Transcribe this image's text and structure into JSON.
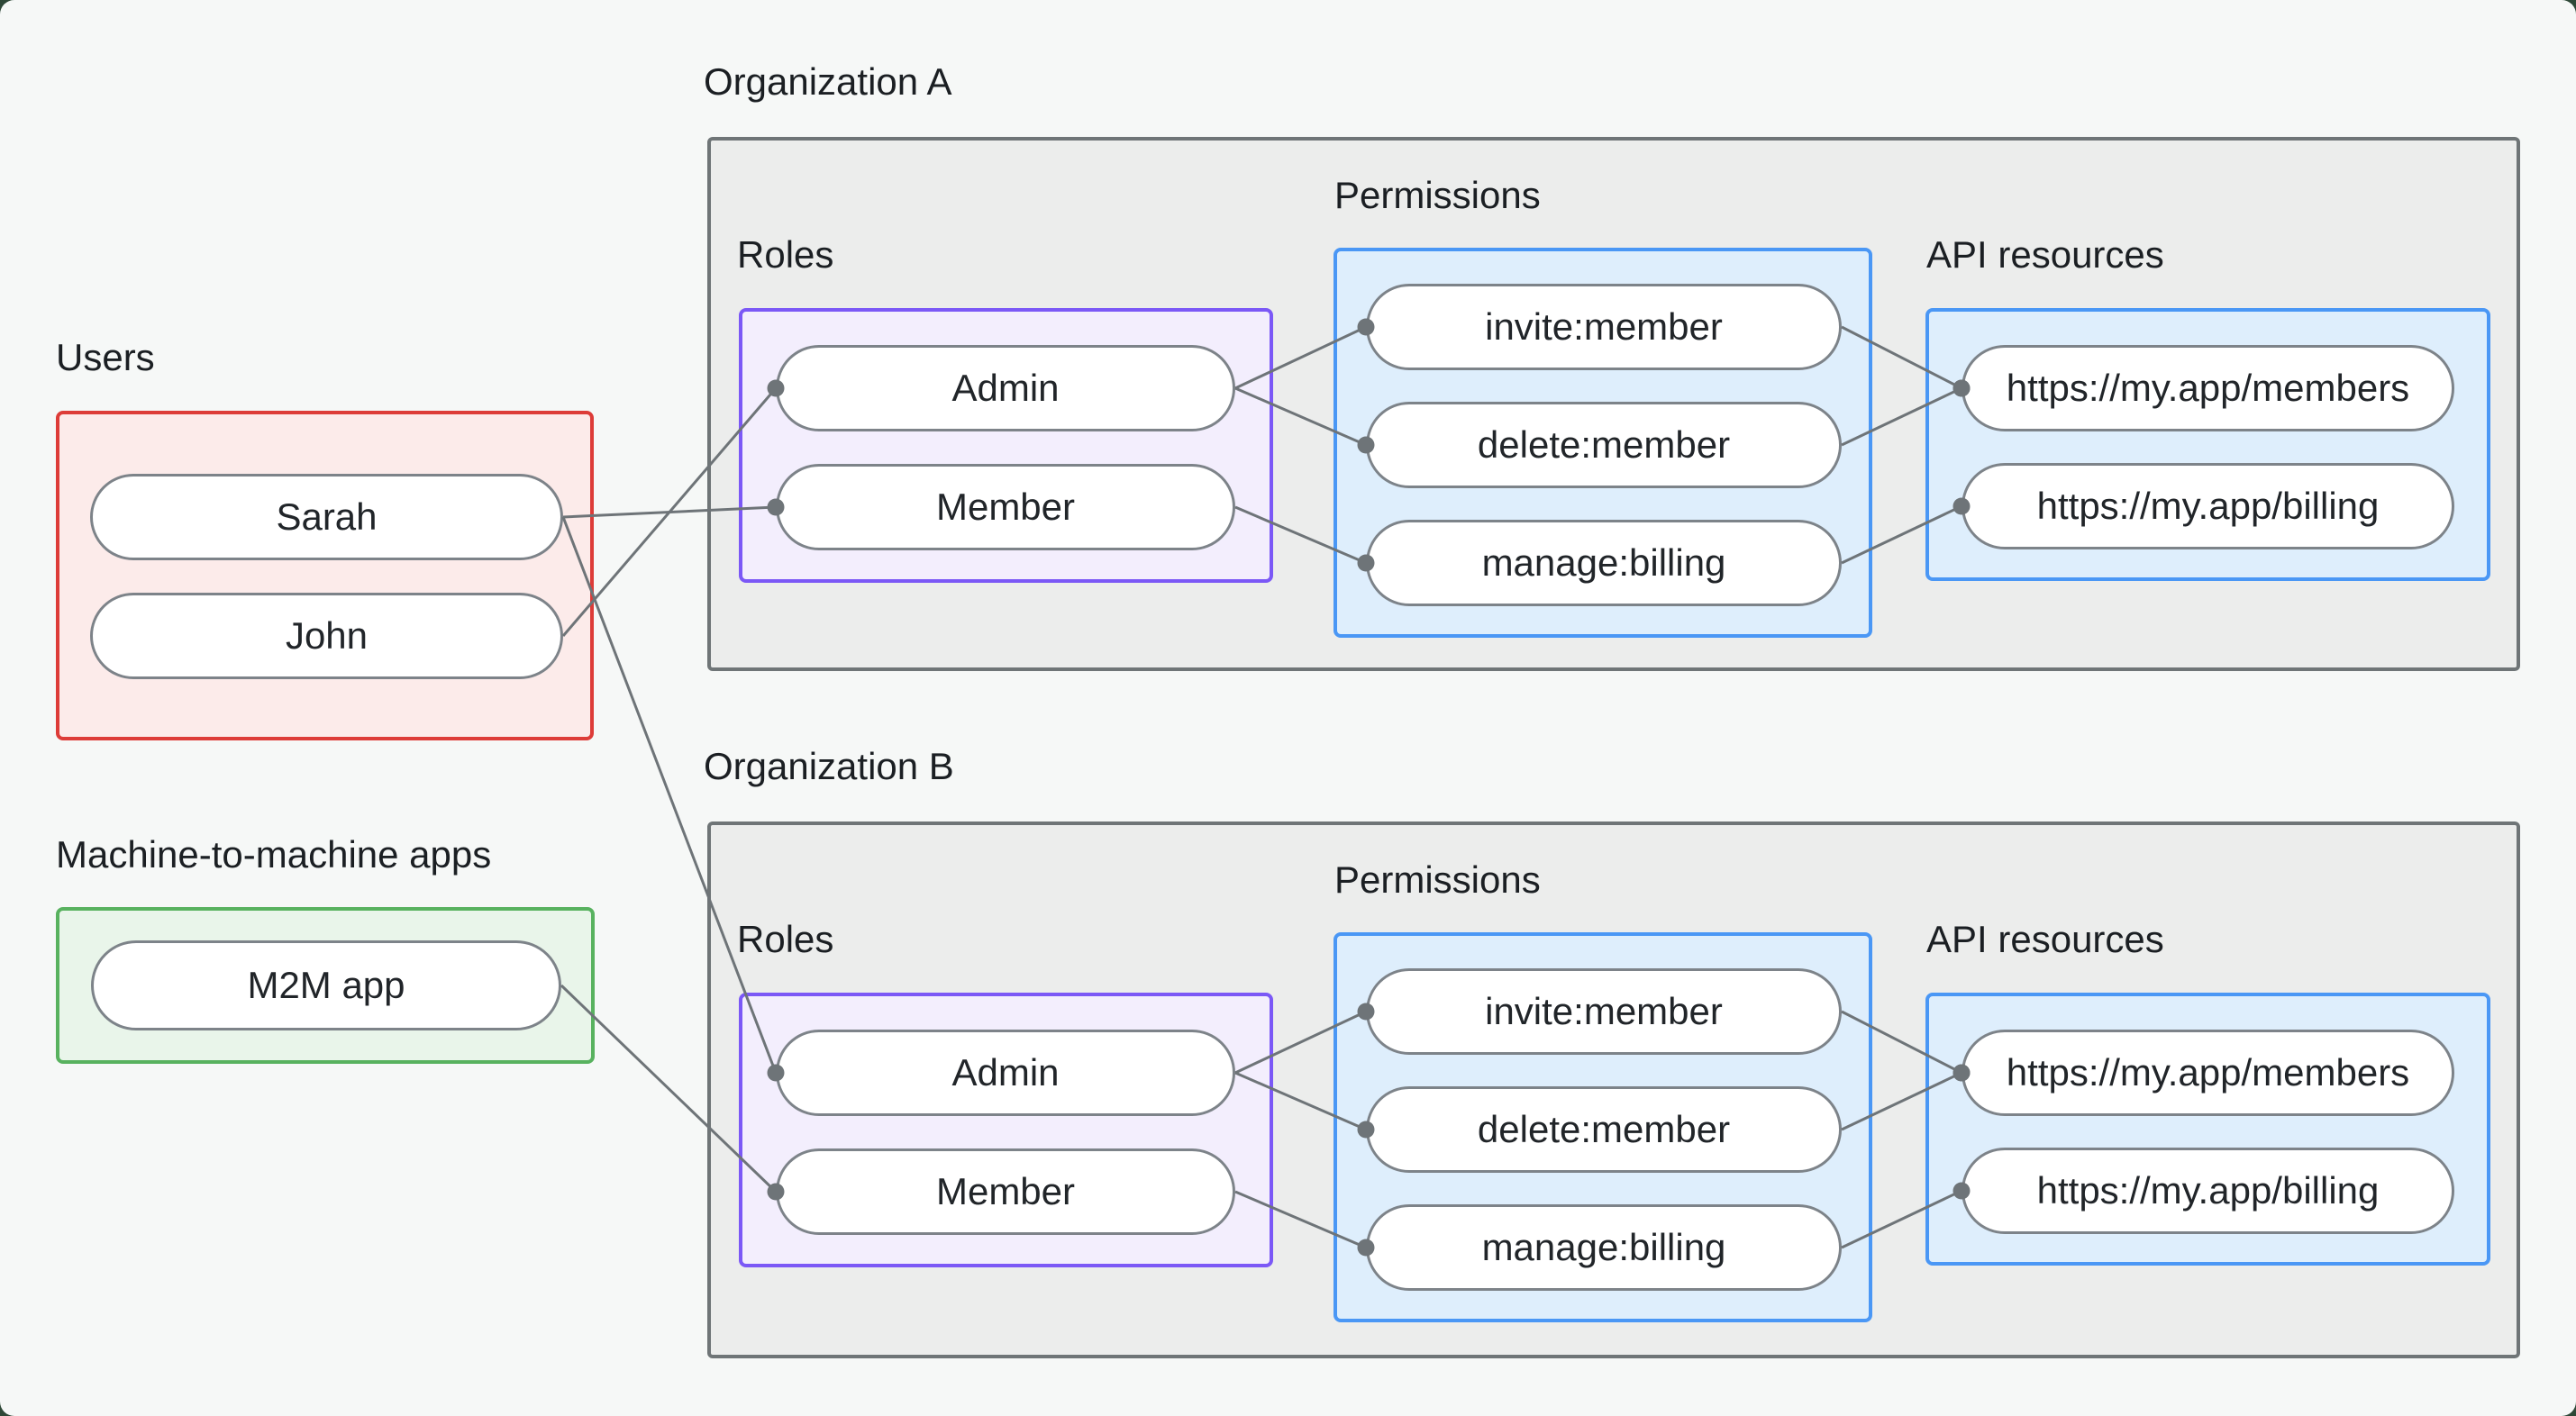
{
  "page": {
    "users_title": "Users",
    "m2m_title": "Machine-to-machine apps"
  },
  "org_a": {
    "title": "Organization A",
    "roles_label": "Roles",
    "permissions_label": "Permissions",
    "api_label": "API resources"
  },
  "org_b": {
    "title": "Organization B",
    "roles_label": "Roles",
    "permissions_label": "Permissions",
    "api_label": "API resources"
  },
  "nodes": {
    "sarah": "Sarah",
    "john": "John",
    "m2m": "M2M app",
    "a_admin": "Admin",
    "a_member": "Member",
    "a_invite": "invite:member",
    "a_delete": "delete:member",
    "a_manage": "manage:billing",
    "a_members": "https://my.app/members",
    "a_billing": "https://my.app/billing",
    "b_admin": "Admin",
    "b_member": "Member",
    "b_invite": "invite:member",
    "b_delete": "delete:member",
    "b_manage": "manage:billing",
    "b_members": "https://my.app/members",
    "b_billing": "https://my.app/billing"
  },
  "edges": [
    [
      "sarah",
      "a_member"
    ],
    [
      "john",
      "a_admin"
    ],
    [
      "sarah",
      "b_admin"
    ],
    [
      "m2m",
      "b_member"
    ],
    [
      "a_admin",
      "a_invite"
    ],
    [
      "a_admin",
      "a_delete"
    ],
    [
      "a_member",
      "a_manage"
    ],
    [
      "a_invite",
      "a_members"
    ],
    [
      "a_delete",
      "a_members"
    ],
    [
      "a_manage",
      "a_billing"
    ],
    [
      "b_admin",
      "b_invite"
    ],
    [
      "b_admin",
      "b_delete"
    ],
    [
      "b_member",
      "b_manage"
    ],
    [
      "b_invite",
      "b_members"
    ],
    [
      "b_delete",
      "b_members"
    ],
    [
      "b_manage",
      "b_billing"
    ]
  ],
  "colors": {
    "background": "#f6f8f7",
    "outer_background": "#2e4837",
    "org_fill": "#ecedec",
    "org_border": "#6f7577",
    "users_border": "#dd3c38",
    "users_fill": "#fcebea",
    "m2m_border": "#58b25f",
    "m2m_fill": "#e9f5ea",
    "roles_border": "#7b58f6",
    "roles_fill": "#f3eefd",
    "permissions_border": "#4a97f5",
    "permissions_fill": "#deeefc",
    "connector": "#6e7478"
  }
}
